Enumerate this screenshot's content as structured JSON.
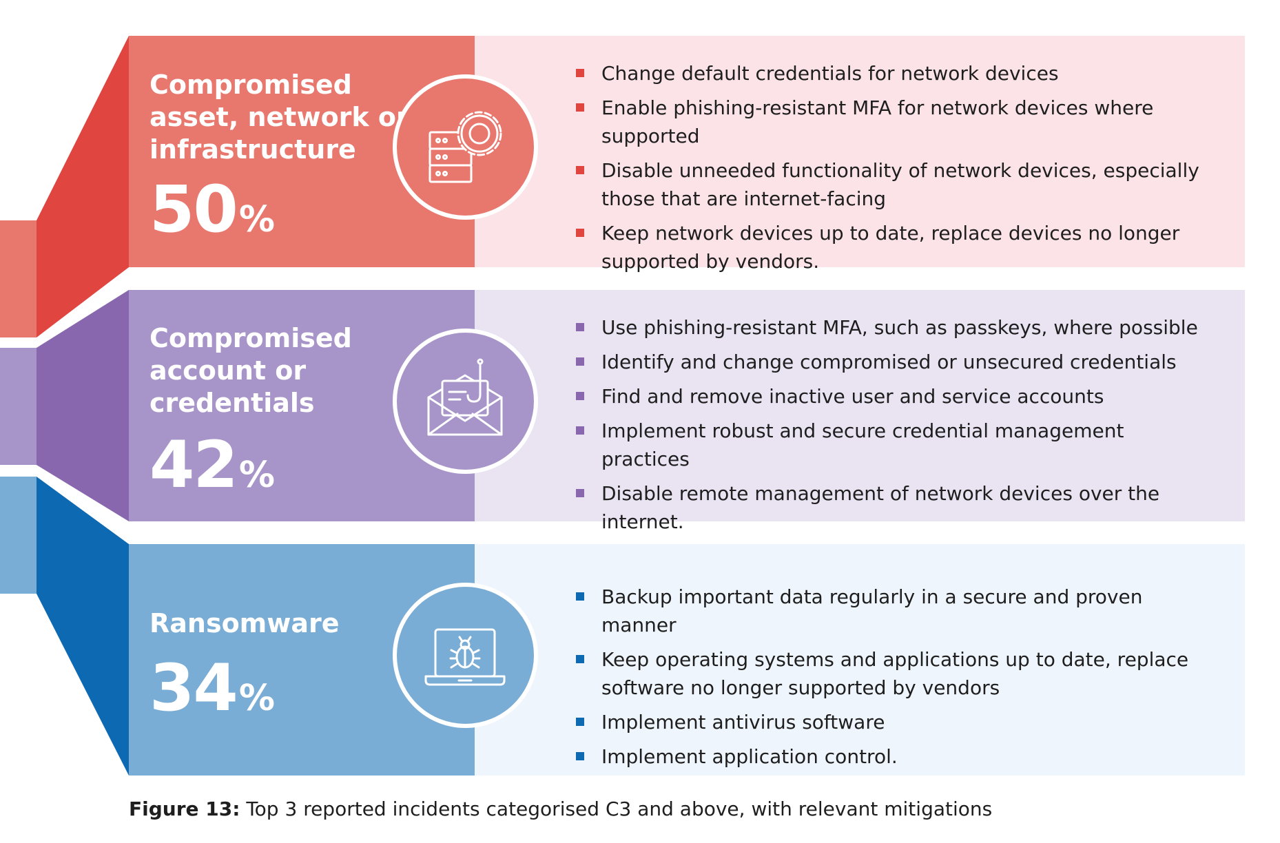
{
  "colors": {
    "red": "#e8776e",
    "red_dark": "#e04540",
    "red_light": "#fbe3e7",
    "purple": "#a795c9",
    "purple_dark": "#8867ae",
    "purple_light": "#e9e3f2",
    "blue": "#7aadd5",
    "blue_dark": "#0e69b3",
    "blue_light": "#eff5fc"
  },
  "panels": [
    {
      "title_lines": [
        "Compromised",
        "asset, network or",
        "infrastructure"
      ],
      "percent_value": "50",
      "percent_symbol": "%",
      "icon": "server-gear-icon",
      "bullets": [
        "Change default credentials for network devices",
        "Enable phishing-resistant MFA for network devices where supported",
        "Disable unneeded functionality of network devices, especially those that are internet-facing",
        "Keep network devices up to date, replace devices no longer supported by vendors."
      ]
    },
    {
      "title_lines": [
        "Compromised",
        "account or",
        "credentials"
      ],
      "percent_value": "42",
      "percent_symbol": "%",
      "icon": "phishing-envelope-icon",
      "bullets": [
        "Use phishing-resistant MFA, such as passkeys, where possible",
        "Identify and change compromised or unsecured credentials",
        "Find and remove inactive user and service accounts",
        "Implement robust and secure credential management practices",
        "Disable remote management of network devices over the internet."
      ]
    },
    {
      "title_lines": [
        "Ransomware"
      ],
      "percent_value": "34",
      "percent_symbol": "%",
      "icon": "laptop-bug-icon",
      "bullets": [
        "Backup important data regularly in a secure and proven manner",
        "Keep operating systems and applications up to date, replace software no longer supported by vendors",
        "Implement antivirus software",
        "Implement application control."
      ]
    }
  ],
  "caption": {
    "label": "Figure 13:",
    "text": " Top 3 reported incidents categorised C3 and above, with relevant mitigations"
  }
}
